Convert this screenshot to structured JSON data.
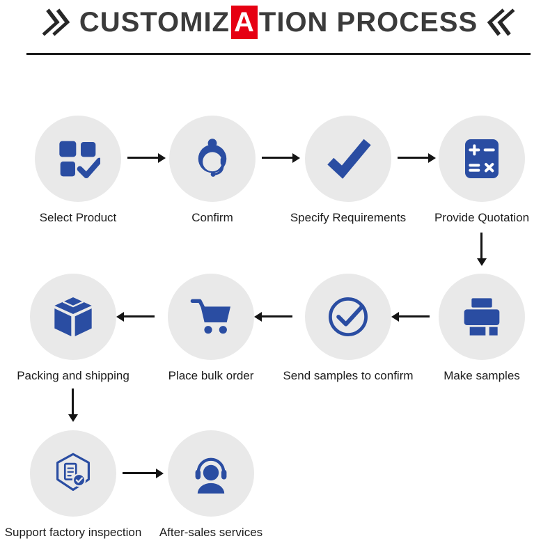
{
  "title": {
    "prefix": "CUSTOMIZ",
    "highlight": "A",
    "suffix": "TION PROCESS",
    "left_icon": "double-chevron-right-icon",
    "right_icon": "double-chevron-left-icon"
  },
  "colors": {
    "icon_blue": "#2a4da2",
    "circle_bg": "#e9e9e9",
    "highlight_red": "#e60012",
    "arrow_black": "#141414"
  },
  "steps": [
    {
      "order": 1,
      "label": "Select Product",
      "icon": "product-grid-check-icon"
    },
    {
      "order": 2,
      "label": "Confirm",
      "icon": "support-agent-icon"
    },
    {
      "order": 3,
      "label": "Specify Requirements",
      "icon": "checkmark-icon"
    },
    {
      "order": 4,
      "label": "Provide Quotation",
      "icon": "calculator-icon"
    },
    {
      "order": 5,
      "label": "Make samples",
      "icon": "printer-icon"
    },
    {
      "order": 6,
      "label": "Send samples to confirm",
      "icon": "check-circle-icon"
    },
    {
      "order": 7,
      "label": "Place bulk order",
      "icon": "shopping-cart-icon"
    },
    {
      "order": 8,
      "label": "Packing and shipping",
      "icon": "package-box-icon"
    },
    {
      "order": 9,
      "label": "Support factory inspection",
      "icon": "factory-inspection-icon"
    },
    {
      "order": 10,
      "label": "After-sales services",
      "icon": "headset-person-icon"
    }
  ]
}
